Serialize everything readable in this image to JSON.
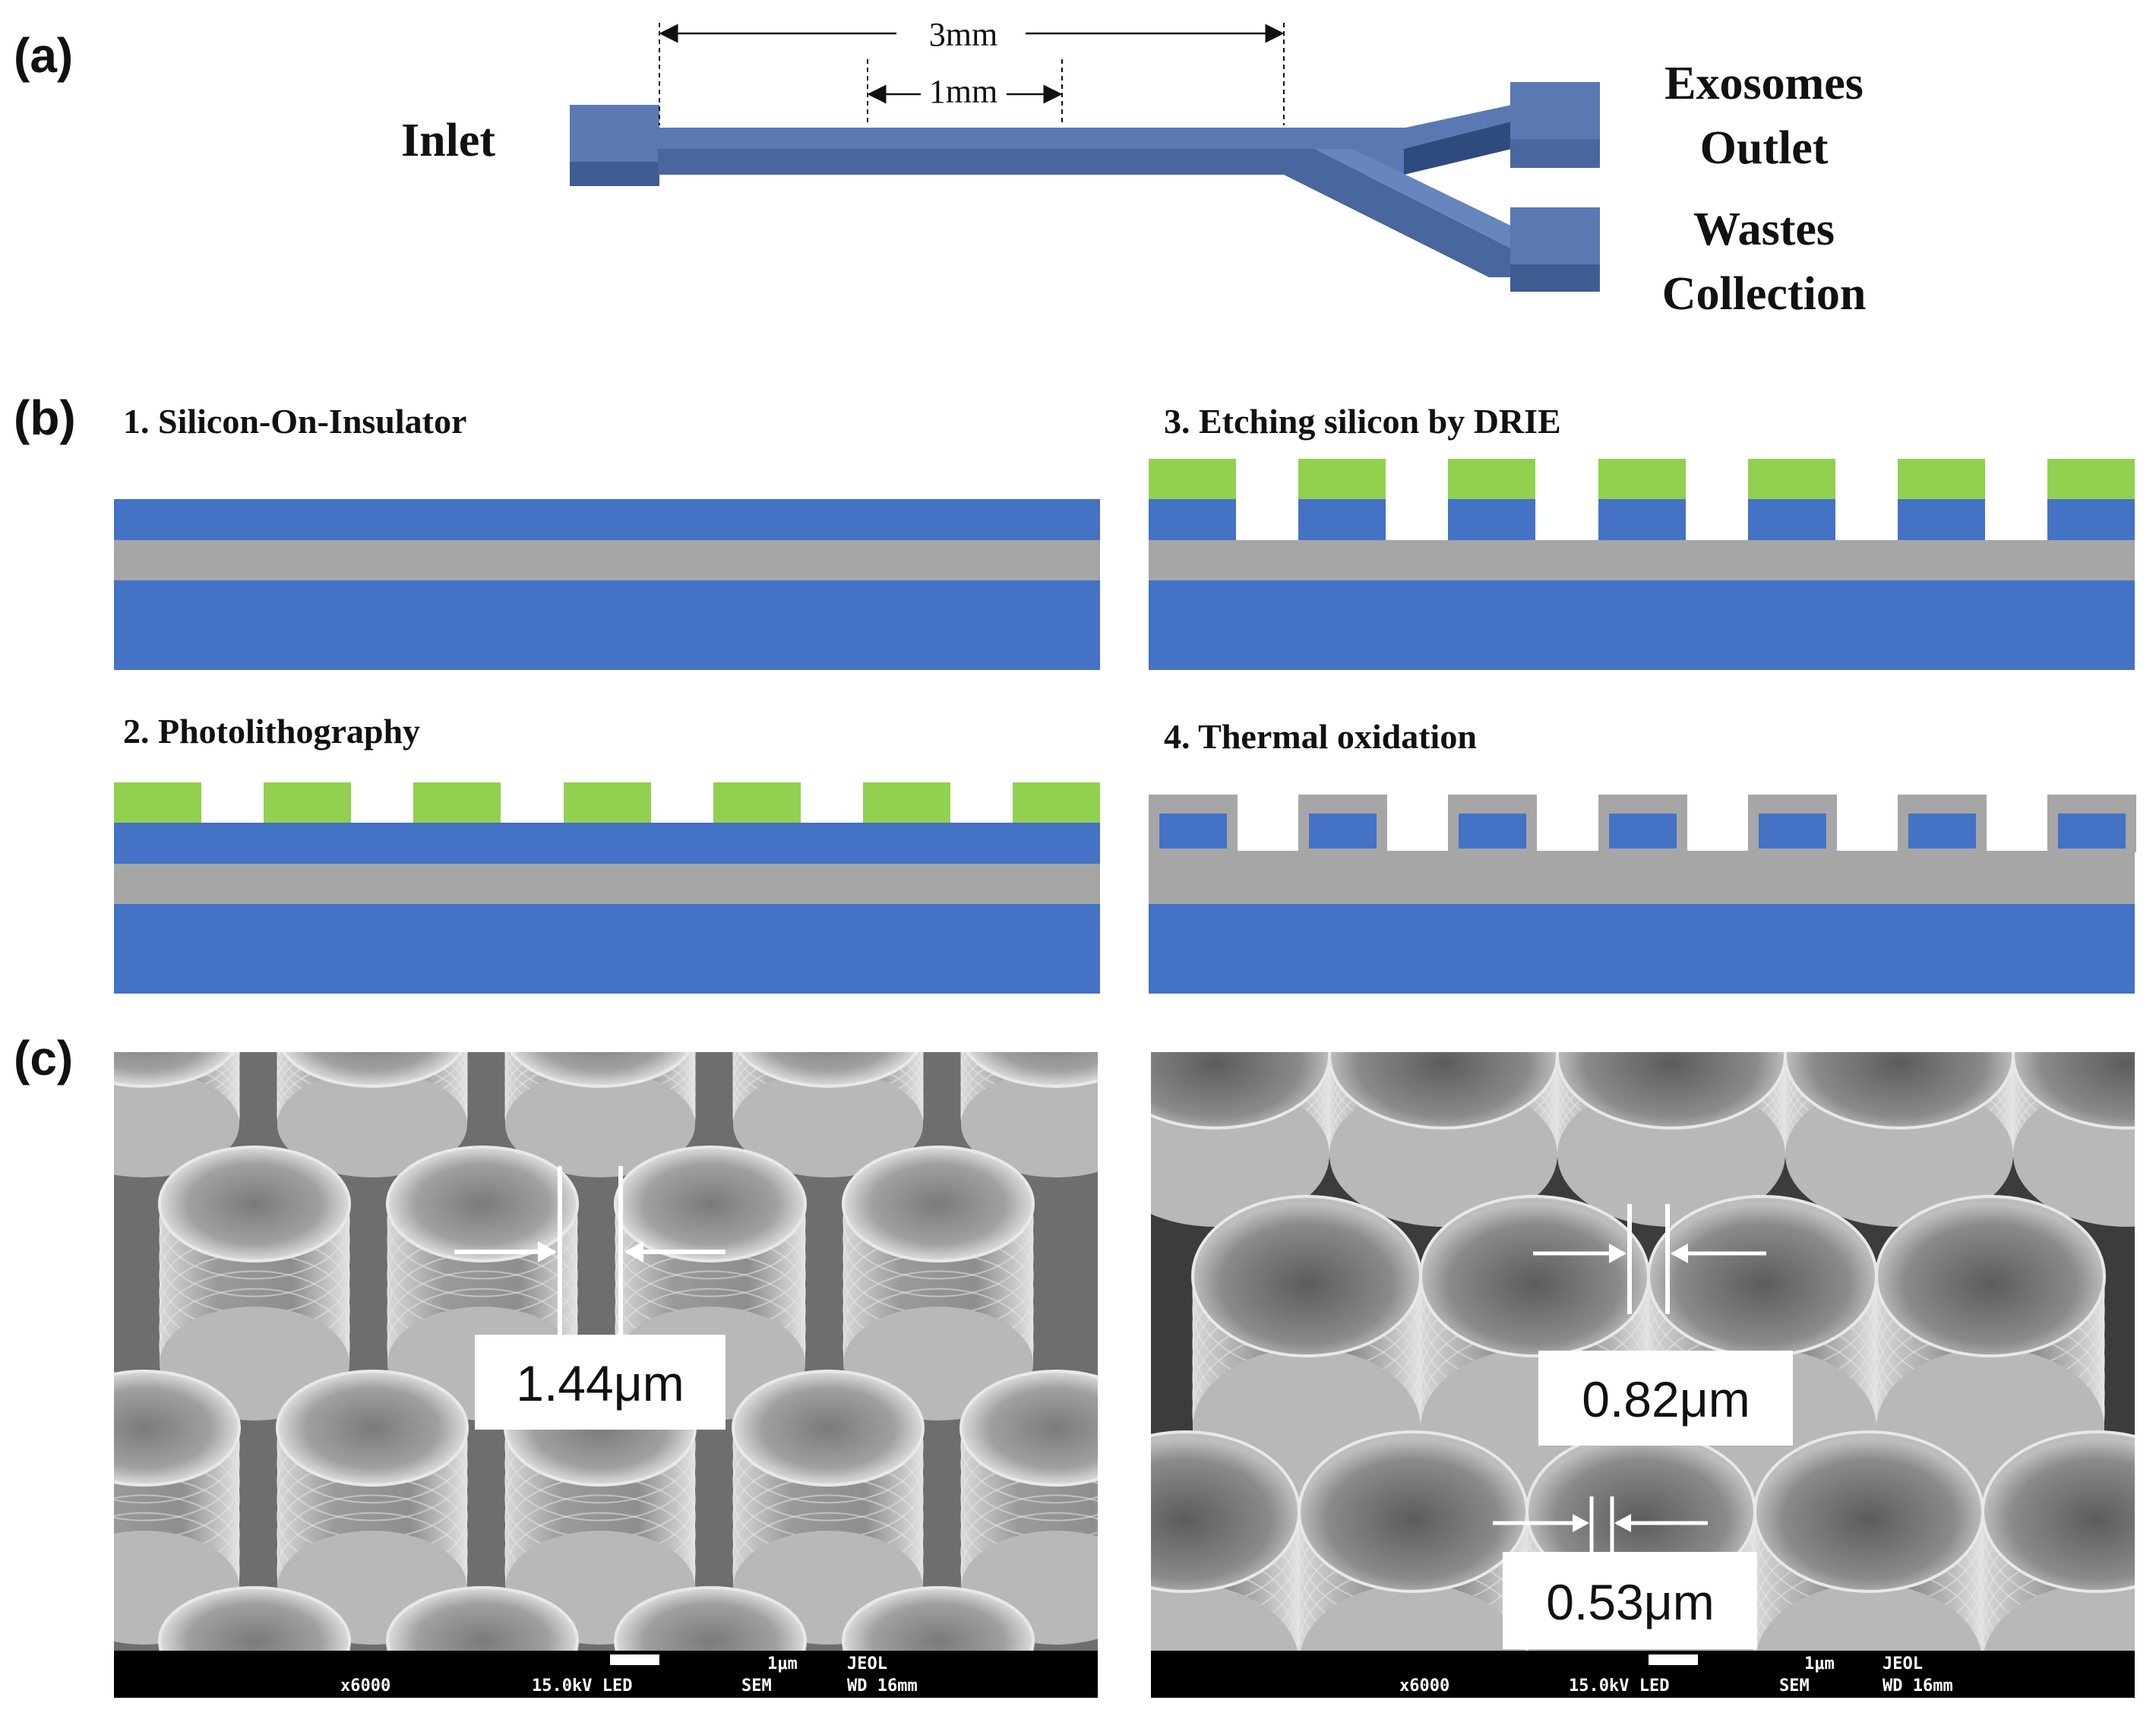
{
  "panels": {
    "a": "(a)",
    "b": "(b)",
    "c": "(c)"
  },
  "panel_a": {
    "inlet": "Inlet",
    "outlet_top_line1": "Exosomes",
    "outlet_top_line2": "Outlet",
    "outlet_bottom_line1": "Wastes",
    "outlet_bottom_line2": "Collection",
    "dim_long": "3mm",
    "dim_short": "1mm"
  },
  "panel_b": {
    "step1": "1. Silicon-On-Insulator",
    "step2": "2. Photolithography",
    "step3": "3. Etching silicon by DRIE",
    "step4": "4. Thermal oxidation"
  },
  "panel_c": {
    "left": {
      "measure": "1.44μm",
      "mag": "x6000",
      "kv": "15.0kV LED",
      "sem": "SEM",
      "scale": "1μm",
      "maker": "JEOL",
      "wd": "WD 16mm"
    },
    "right": {
      "measure_top": "0.82μm",
      "measure_bottom": "0.53μm",
      "mag": "x6000",
      "kv": "15.0kV LED",
      "sem": "SEM",
      "scale": "1μm",
      "maker": "JEOL",
      "wd": "WD 16mm"
    }
  },
  "colors": {
    "silicon": "#4472c4",
    "oxide": "#a6a6a6",
    "photoresist": "#92d050",
    "channel": "#4f6ea8",
    "channel_dark": "#3f5c92"
  }
}
